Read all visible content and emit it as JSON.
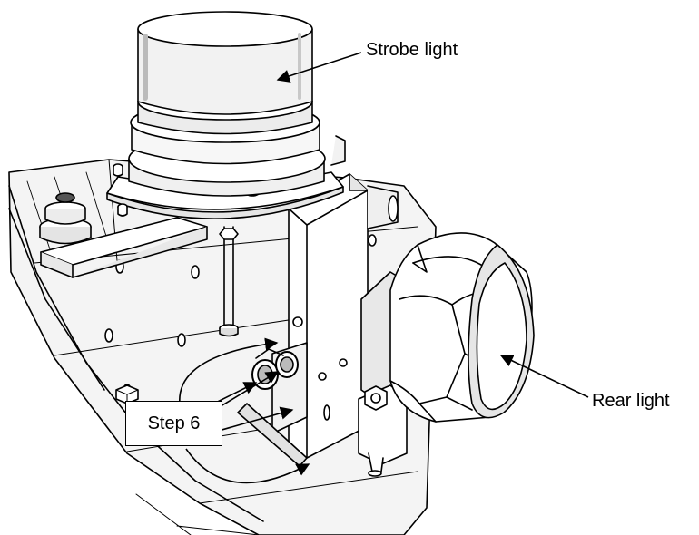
{
  "labels": {
    "strobe": "Strobe light",
    "rear": "Rear light",
    "step": "Step 6"
  },
  "colors": {
    "line": "#000000",
    "face": "#ffffff",
    "shade": "#eeeeee",
    "shade_dark": "#d6d6d6"
  }
}
